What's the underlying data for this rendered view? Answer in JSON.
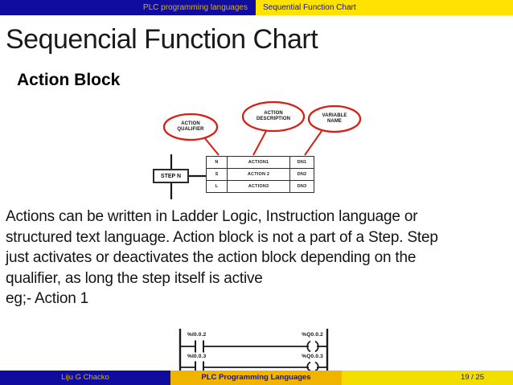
{
  "header": {
    "section": "PLC programming languages",
    "subsection": "Sequential Function Chart"
  },
  "title": "Sequencial Function Chart",
  "subtitle": "Action Block",
  "diagram": {
    "callouts": [
      {
        "label": "ACTION\nQUALIFIER"
      },
      {
        "label": "ACTION\nDESCRIPTION"
      },
      {
        "label": "VARIABLE\nNAME"
      }
    ],
    "step_label": "STEP N",
    "table": {
      "rows": [
        [
          "N",
          "ACTION1",
          "DN1"
        ],
        [
          "S",
          "ACTION 2",
          "DN2"
        ],
        [
          "L",
          "ACTION3",
          "DN3"
        ]
      ]
    }
  },
  "body": {
    "lines": [
      "Actions can be written in Ladder Logic, Instruction language or",
      "structured text language. Action block is not a part of a Step. Step",
      "just activates or deactivates the action block depending on the",
      "qualifier, as long the step itself is active"
    ],
    "example": "eg;- Action 1"
  },
  "ladder": {
    "rungs": [
      {
        "contact": "%I0.0.2",
        "coil": "%Q0.0.2"
      },
      {
        "contact": "%I0.0.3",
        "coil": "%Q0.0.3"
      }
    ]
  },
  "footer": {
    "author": "Liju G Chacko",
    "title": "PLC Programming Languages",
    "page": "19 / 25"
  },
  "colors": {
    "navy": "#0f0c9e",
    "header_yellow": "#ffe300",
    "footer_gold": "#f0b400",
    "footer_yellow": "#f2df00",
    "dim_gold_text": "#dbb000",
    "callout_red": "#d42015"
  }
}
